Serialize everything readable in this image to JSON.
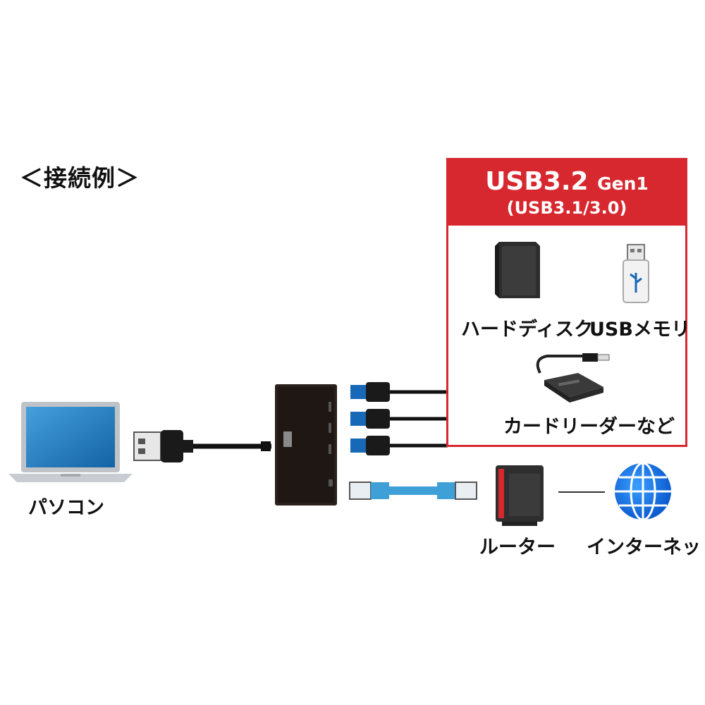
{
  "heading": "＜接続例＞",
  "usb_panel": {
    "title_main": "USB3.2",
    "title_gen": "Gen1",
    "subtitle": "(USB3.1/3.0)",
    "accent_color": "#d7282f"
  },
  "devices": {
    "hdd_label": "ハードディスク",
    "usb_memory_label": "USBメモリ",
    "card_reader_label": "カードリーダーなど",
    "pc_label": "パソコン",
    "router_label": "ルーター",
    "internet_label": "インターネット"
  },
  "icons": {
    "hdd": "hard-disk-icon",
    "usb_memory": "usb-memory-icon",
    "card_reader": "card-reader-icon",
    "pc": "laptop-icon",
    "router": "router-icon",
    "internet": "globe-icon",
    "hub": "usb-hub-icon"
  }
}
